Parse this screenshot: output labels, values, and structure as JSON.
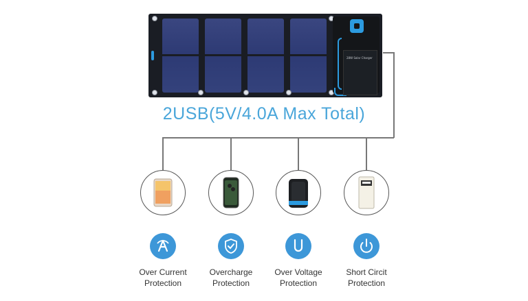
{
  "headline": "2USB(5V/4.0A Max Total)",
  "product": {
    "card_title": "28W Solar Charger",
    "accent_color": "#2c9be0",
    "panel_color": "#1a1d24",
    "cell_color": "#2d3a74"
  },
  "devices": [
    {
      "name": "tablet",
      "icon": "tablet-icon"
    },
    {
      "name": "phone",
      "icon": "smartphone-icon"
    },
    {
      "name": "power bank",
      "icon": "power-bank-icon"
    },
    {
      "name": "battery pack",
      "icon": "battery-pack-icon"
    }
  ],
  "features": [
    {
      "icon": "over-current-icon",
      "line1": "Over Current",
      "line2": "Protection"
    },
    {
      "icon": "overcharge-shield-icon",
      "line1": "Overcharge",
      "line2": "Protection"
    },
    {
      "icon": "over-voltage-icon",
      "line1": "Over Voltage",
      "line2": "Protection"
    },
    {
      "icon": "power-icon",
      "line1": "Short Circit",
      "line2": "Protection"
    }
  ],
  "feature_color": "#3d97d8",
  "headline_color": "#4aa6da"
}
